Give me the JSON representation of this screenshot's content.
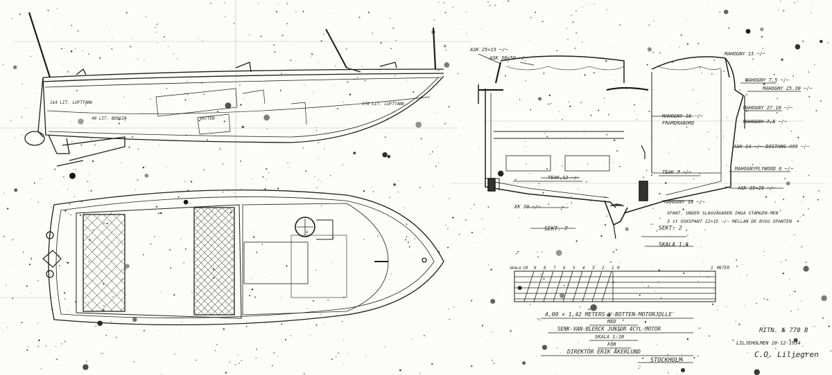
{
  "drawing": {
    "ink_color": "#1a1a1a",
    "paper_color": "#fcfcfa",
    "side_view": {
      "left_tank": "114 LIT. LUFTTANK",
      "bensin": "40 LIT. BENSIN",
      "vatten": "VATTEN",
      "right_tank": "170 LIT. LUFTTANK"
    },
    "section": {
      "top_left_1": "ASK 25×15 ~/~",
      "top_left_2": "ASK 30×50 ~/~",
      "mahogny_top": "MAHOGNY 13 ~/~",
      "mahogny_16": "MAHOGNY 16 ~/~",
      "framdrabord": "FRAMDRABORD",
      "teak_12": "TEAK 12 ~/~",
      "teak_7": "TEAK 7 ~/~",
      "ek_30": "EK 30 ~/~",
      "mahogny_10": "MAHOGNY 10 ~/~",
      "spant_note_1": "SPANT. UNDER SLAGVÄGAREN INGA STAMGEN-MEN",
      "spant_note_2": "3 st OSKSPANT 12×12 ~/~ MELLAN DE BYGG SPANTEN",
      "sekt_7": "SEKT. 7",
      "sekt_2": "SEKT. 2",
      "skala": "SKALA 1:5"
    },
    "callouts": [
      "MAHOGNY 7,5 ~/~",
      "MAHOGNY 25.30 ~/~",
      "MAHOGNY 27.10 ~/~",
      "MAHOGNY 7,5 ~/~",
      "ASK 14 ~/~ DISTANS 400 ~/~",
      "MAHOGNYPLYWOOD 6 ~/~",
      "ASK 35×25 ~/~"
    ],
    "scale_bar": {
      "numbers": [
        "SKALA",
        "10",
        "9",
        "8",
        "7",
        "6",
        "5",
        "4",
        "3",
        "2",
        "1",
        "0",
        "1",
        "METER"
      ]
    },
    "title_block": {
      "line1": "4,00 × 1,42 METERS V-BOTTEN-MOTORJOLLE",
      "line2": "MED",
      "line3": "SENK-VAN-BLERCK JUNIOR 4CYL-MOTOR",
      "line4": "SKALA 1:10",
      "line5": "FÖR",
      "line6": "DIREKTÖR ERIK ÅKERLUND",
      "line7": "STOCKHOLM",
      "ritn": "RITN. № 770 B",
      "place_date": "LILJEHOLMEN 10-12-1934",
      "signature": "C.O. Liljegren"
    }
  }
}
